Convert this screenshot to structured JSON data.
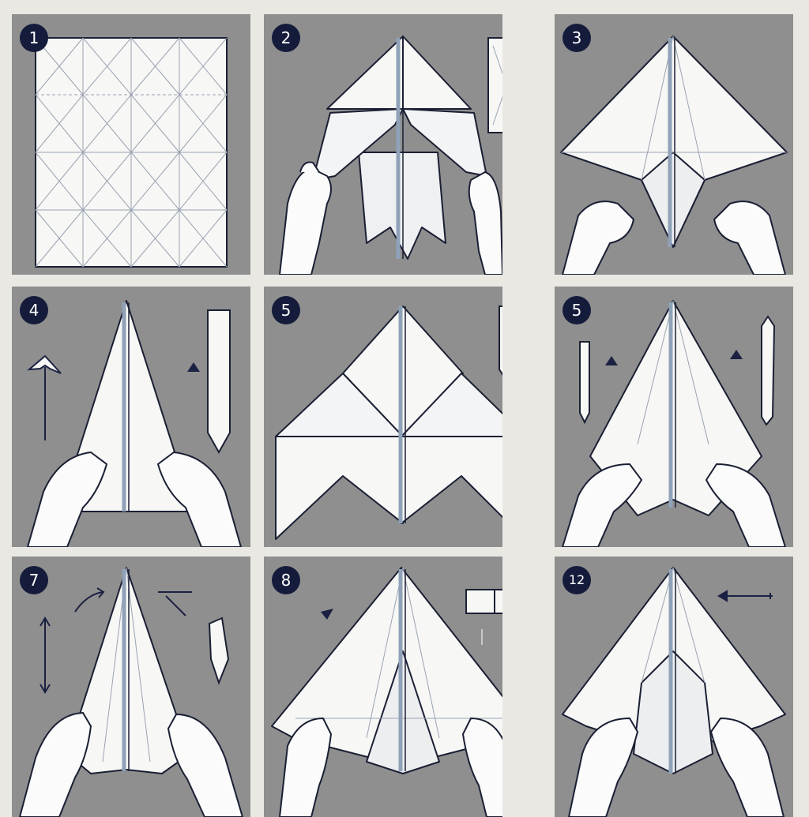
{
  "steps": [
    {
      "number": "1"
    },
    {
      "number": "2"
    },
    {
      "number": "3"
    },
    {
      "number": "4"
    },
    {
      "number": "5"
    },
    {
      "number": "5"
    },
    {
      "number": "7"
    },
    {
      "number": "8"
    },
    {
      "number": "12"
    }
  ],
  "colors": {
    "page_background": "#e9e8e3",
    "panel_background": "#8f8f8f",
    "paper": "#f7f7f5",
    "paper_shade": "#e6e8ea",
    "outline": "#1a1f33",
    "badge": "#151b3b",
    "arrow": "#1b2142",
    "skin": "#fbfbfb"
  },
  "icons": [
    "step-number-badge",
    "hand-icon",
    "fold-arrow-icon",
    "folded-detail-icon"
  ]
}
